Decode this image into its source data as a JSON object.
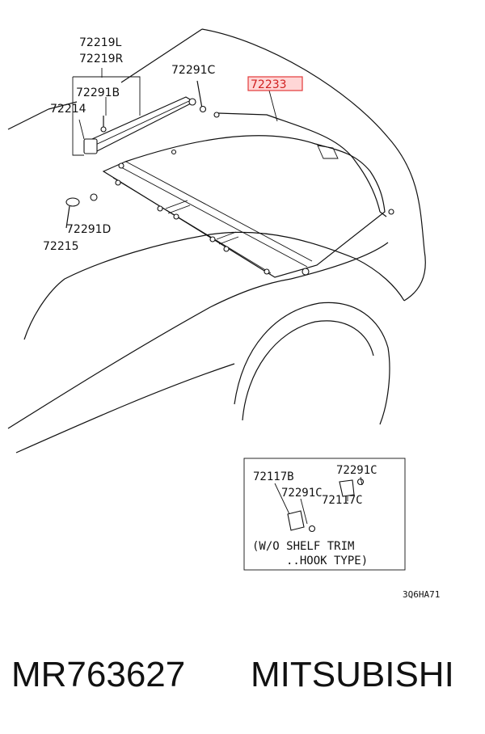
{
  "labels": {
    "p72219L": "72219L",
    "p72219R": "72219R",
    "p72291B": "72291B",
    "p72214": "72214",
    "p72291C_top": "72291C",
    "p72233": "72233",
    "p72291D": "72291D",
    "p72215": "72215"
  },
  "inset": {
    "p72117B": "72117B",
    "p72291C_a": "72291C",
    "p72291C_b": "72291C",
    "p72117C": "72117C",
    "note_line1": "(W/O SHELF TRIM",
    "note_line2": "..HOOK TYPE)"
  },
  "diagram_code": "3Q6HA71",
  "footer": {
    "part_number": "MR763627",
    "brand": "MITSUBISHI"
  },
  "colors": {
    "highlight": "#e23a3a"
  }
}
